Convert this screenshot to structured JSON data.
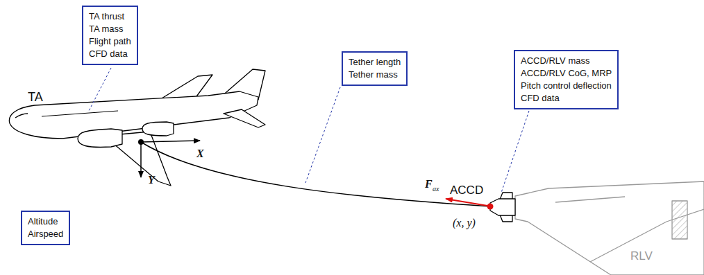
{
  "diagram": {
    "nodes": [
      {
        "text": [
          "TA thrust",
          "TA mass",
          "Flight path",
          "CFD data"
        ]
      },
      {
        "text": [
          "Tether length",
          "Tether mass"
        ]
      },
      {
        "text": [
          "ACCD/RLV mass",
          "ACCD/RLV CoG, MRP",
          "Pitch control deflection",
          "CFD data"
        ]
      },
      {
        "text": [
          "Altitude",
          "Airspeed"
        ]
      }
    ],
    "edges": [],
    "labels": [
      "TA",
      "X",
      "Y",
      "F",
      "ax",
      "ACCD",
      "(x, y)",
      "RLV"
    ]
  }
}
